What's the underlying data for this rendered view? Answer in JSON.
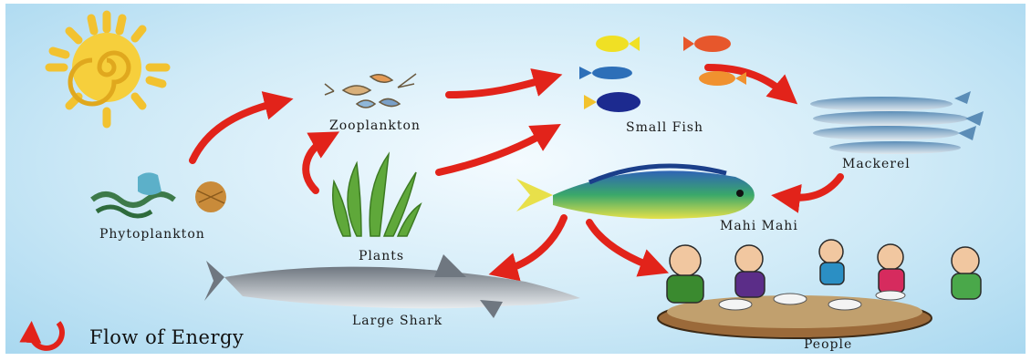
{
  "labels": {
    "zooplankton": "Zooplankton",
    "small_fish": "Small Fish",
    "mackerel": "Mackerel",
    "phytoplankton": "Phytoplankton",
    "plants": "Plants",
    "mahi_mahi": "Mahi Mahi",
    "large_shark": "Large Shark",
    "people": "People"
  },
  "legend": {
    "text": "Flow of Energy"
  },
  "colors": {
    "arrow": "#e2231a",
    "sun": "#f2c230",
    "label": "#1a1a1a"
  },
  "edges": [
    [
      "phytoplankton",
      "zooplankton"
    ],
    [
      "plants",
      "zooplankton"
    ],
    [
      "zooplankton",
      "small_fish"
    ],
    [
      "plants",
      "small_fish"
    ],
    [
      "small_fish",
      "mackerel"
    ],
    [
      "mackerel",
      "mahi_mahi"
    ],
    [
      "mahi_mahi",
      "large_shark"
    ],
    [
      "mahi_mahi",
      "people"
    ]
  ]
}
